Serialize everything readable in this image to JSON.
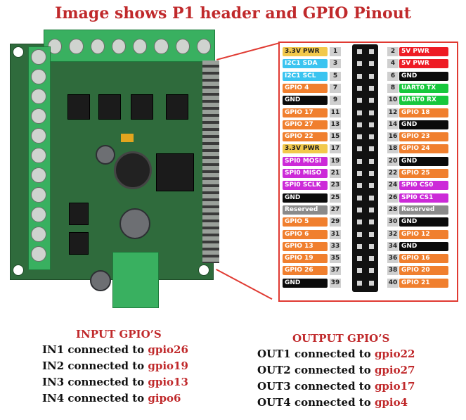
{
  "title": "Image shows P1 header  and GPIO Pinout",
  "colors": {
    "yellow": "#f2c94c",
    "cyan": "#3bc4f0",
    "orange": "#f07f2e",
    "black": "#0b0b0b",
    "red": "#ee1b24",
    "green": "#16c83c",
    "magenta": "#cc2ad8",
    "gray": "#8a8a8a",
    "heading": "#c0292b"
  },
  "pinout": [
    {
      "pin": "1",
      "name": "3.3V PWR",
      "color": "yellow"
    },
    {
      "pin": "2",
      "name": "5V PWR",
      "color": "red"
    },
    {
      "pin": "3",
      "name": "I2C1 SDA",
      "color": "cyan"
    },
    {
      "pin": "4",
      "name": "5V PWR",
      "color": "red"
    },
    {
      "pin": "5",
      "name": "I2C1 SCL",
      "color": "cyan"
    },
    {
      "pin": "6",
      "name": "GND",
      "color": "black"
    },
    {
      "pin": "7",
      "name": "GPIO 4",
      "color": "orange"
    },
    {
      "pin": "8",
      "name": "UART0 TX",
      "color": "green"
    },
    {
      "pin": "9",
      "name": "GND",
      "color": "black"
    },
    {
      "pin": "10",
      "name": "UART0 RX",
      "color": "green"
    },
    {
      "pin": "11",
      "name": "GPIO 17",
      "color": "orange"
    },
    {
      "pin": "12",
      "name": "GPIO 18",
      "color": "orange"
    },
    {
      "pin": "13",
      "name": "GPIO 27",
      "color": "orange"
    },
    {
      "pin": "14",
      "name": "GND",
      "color": "black"
    },
    {
      "pin": "15",
      "name": "GPIO 22",
      "color": "orange"
    },
    {
      "pin": "16",
      "name": "GPIO 23",
      "color": "orange"
    },
    {
      "pin": "17",
      "name": "3.3V PWR",
      "color": "yellow"
    },
    {
      "pin": "18",
      "name": "GPIO 24",
      "color": "orange"
    },
    {
      "pin": "19",
      "name": "SPI0 MOSI",
      "color": "magenta"
    },
    {
      "pin": "20",
      "name": "GND",
      "color": "black"
    },
    {
      "pin": "21",
      "name": "SPI0 MISO",
      "color": "magenta"
    },
    {
      "pin": "22",
      "name": "GPIO 25",
      "color": "orange"
    },
    {
      "pin": "23",
      "name": "SPI0 SCLK",
      "color": "magenta"
    },
    {
      "pin": "24",
      "name": "SPI0 CS0",
      "color": "magenta"
    },
    {
      "pin": "25",
      "name": "GND",
      "color": "black"
    },
    {
      "pin": "26",
      "name": "SPI0 CS1",
      "color": "magenta"
    },
    {
      "pin": "27",
      "name": "Reserved",
      "color": "gray"
    },
    {
      "pin": "28",
      "name": "Reserved",
      "color": "gray"
    },
    {
      "pin": "29",
      "name": "GPIO 5",
      "color": "orange"
    },
    {
      "pin": "30",
      "name": "GND",
      "color": "black"
    },
    {
      "pin": "31",
      "name": "GPIO 6",
      "color": "orange"
    },
    {
      "pin": "32",
      "name": "GPIO 12",
      "color": "orange"
    },
    {
      "pin": "33",
      "name": "GPIO 13",
      "color": "orange"
    },
    {
      "pin": "34",
      "name": "GND",
      "color": "black"
    },
    {
      "pin": "35",
      "name": "GPIO 19",
      "color": "orange"
    },
    {
      "pin": "36",
      "name": "GPIO 16",
      "color": "orange"
    },
    {
      "pin": "37",
      "name": "GPIO 26",
      "color": "orange"
    },
    {
      "pin": "38",
      "name": "GPIO 20",
      "color": "orange"
    },
    {
      "pin": "39",
      "name": "GND",
      "color": "black"
    },
    {
      "pin": "40",
      "name": "GPIO 21",
      "color": "orange"
    }
  ],
  "input": {
    "title": "INPUT GPIO’S",
    "lines": [
      {
        "text": "IN1 connected to ",
        "gpio": "gpio26"
      },
      {
        "text": "IN2 connected to ",
        "gpio": "gpio19"
      },
      {
        "text": "IN3 connected to ",
        "gpio": "gpio13"
      },
      {
        "text": "IN4 connected to ",
        "gpio": "gipo6"
      }
    ]
  },
  "output": {
    "title": "OUTPUT GPIO’S",
    "lines": [
      {
        "text": "OUT1 connected to ",
        "gpio": "gpio22"
      },
      {
        "text": "OUT2 connected to ",
        "gpio": "gpio27"
      },
      {
        "text": "OUT3 connected to ",
        "gpio": "gpio17"
      },
      {
        "text": "OUT4 connected to ",
        "gpio": "gpio4"
      }
    ]
  }
}
